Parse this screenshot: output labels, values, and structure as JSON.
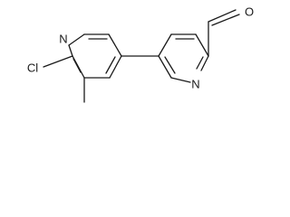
{
  "molecule": {
    "atoms": {
      "cl": "Cl",
      "n_left": "N",
      "n_right": "N",
      "o": "O"
    }
  }
}
